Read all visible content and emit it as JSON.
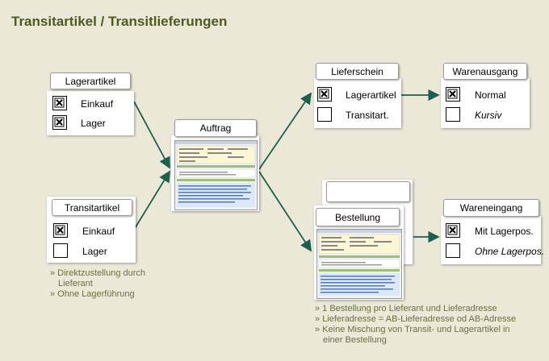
{
  "title": "Transitartikel / Transitlieferungen",
  "colors": {
    "arrow": "#1e5e4e",
    "bullet_text": "#6a7040",
    "title": "#4f5a20"
  },
  "lagerartikel": {
    "header": "Lagerartikel",
    "rows": [
      {
        "label": "Einkauf",
        "icon": "checked-box-icon"
      },
      {
        "label": "Lager",
        "icon": "checked-box-icon"
      }
    ]
  },
  "transitartikel": {
    "header": "Transitartikel",
    "rows": [
      {
        "label": "Einkauf",
        "icon": "checked-box-icon"
      },
      {
        "label": "Lager",
        "icon": "empty-box-icon"
      }
    ],
    "notes": [
      "» Direktzustellung durch",
      "Lieferant",
      "» Ohne Lagerführung"
    ]
  },
  "auftrag": {
    "header": "Auftrag"
  },
  "lieferschein": {
    "header": "Lieferschein",
    "rows": [
      {
        "label": "Lagerartikel",
        "icon": "checked-box-icon"
      },
      {
        "label": "Transitart.",
        "icon": "empty-box-icon"
      }
    ]
  },
  "warenausgang": {
    "header": "Warenausgang",
    "rows": [
      {
        "label": "Normal",
        "icon": "checked-box-icon"
      },
      {
        "label": "Kursiv",
        "icon": "empty-box-icon"
      }
    ]
  },
  "bestellung": {
    "header": "Bestellung",
    "notes": [
      "» 1 Bestellung pro Lieferant und Lieferadresse",
      "» Lieferadresse = AB-Lieferadresse od AB-Adresse",
      "» Keine Mischung von Transit- und Lagerartikel in",
      "einer Bestellung"
    ]
  },
  "wareneingang": {
    "header": "Wareneingang",
    "rows": [
      {
        "label": "Mit Lagerpos.",
        "icon": "checked-box-icon"
      },
      {
        "label": "Ohne Lagerpos.",
        "icon": "empty-box-icon"
      }
    ]
  }
}
